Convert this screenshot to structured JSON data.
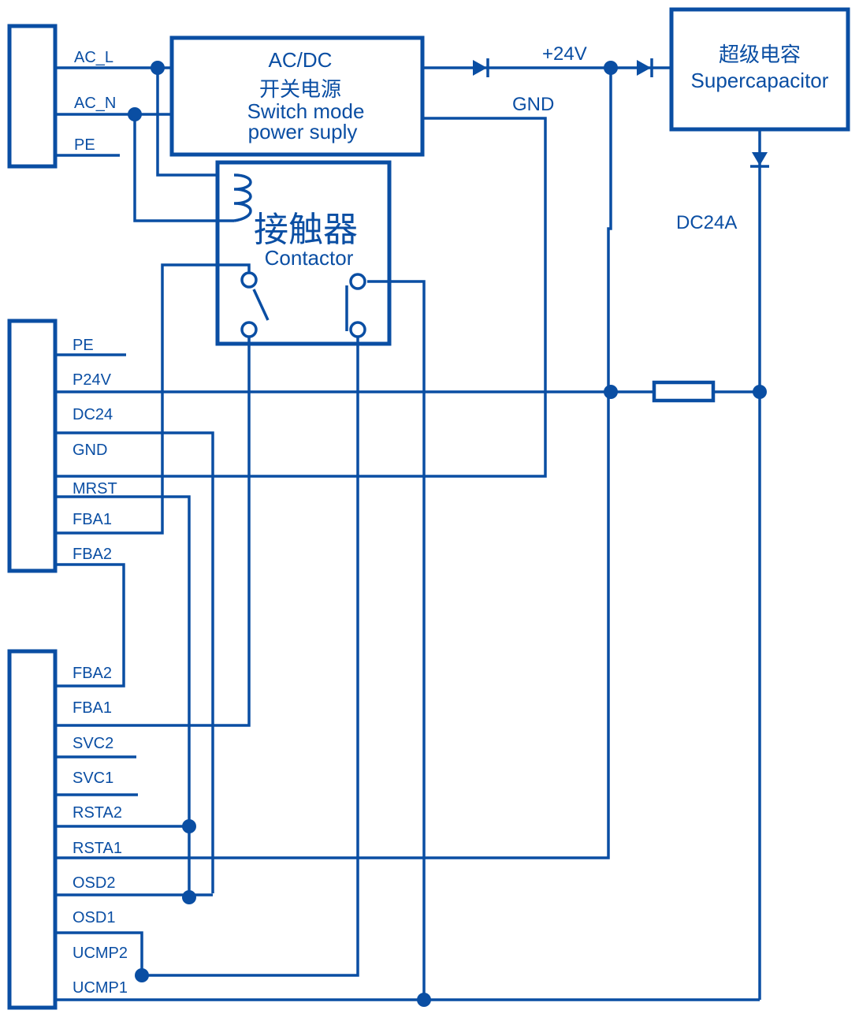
{
  "connector1": {
    "pins": [
      "AC_L",
      "AC_N",
      "PE"
    ]
  },
  "psu": {
    "title": "AC/DC",
    "cn": "开关电源",
    "en_line1": "Switch mode",
    "en_line2": "power suply"
  },
  "supercap": {
    "cn": "超级电容",
    "en": "Supercapacitor"
  },
  "rails": {
    "v24": "+24V",
    "gnd": "GND",
    "dc24a": "DC24A"
  },
  "contactor": {
    "cn": "接触器",
    "en": "Contactor"
  },
  "connector2": {
    "pins": [
      "PE",
      "P24V",
      "DC24",
      "GND",
      "MRST",
      "FBA1",
      "FBA2"
    ]
  },
  "connector3": {
    "pins": [
      "FBA2",
      "FBA1",
      "SVC2",
      "SVC1",
      "RSTA2",
      "RSTA1",
      "OSD2",
      "OSD1",
      "UCMP2",
      "UCMP1"
    ]
  },
  "colors": {
    "line": "#0a4ea3",
    "background": "#ffffff"
  }
}
